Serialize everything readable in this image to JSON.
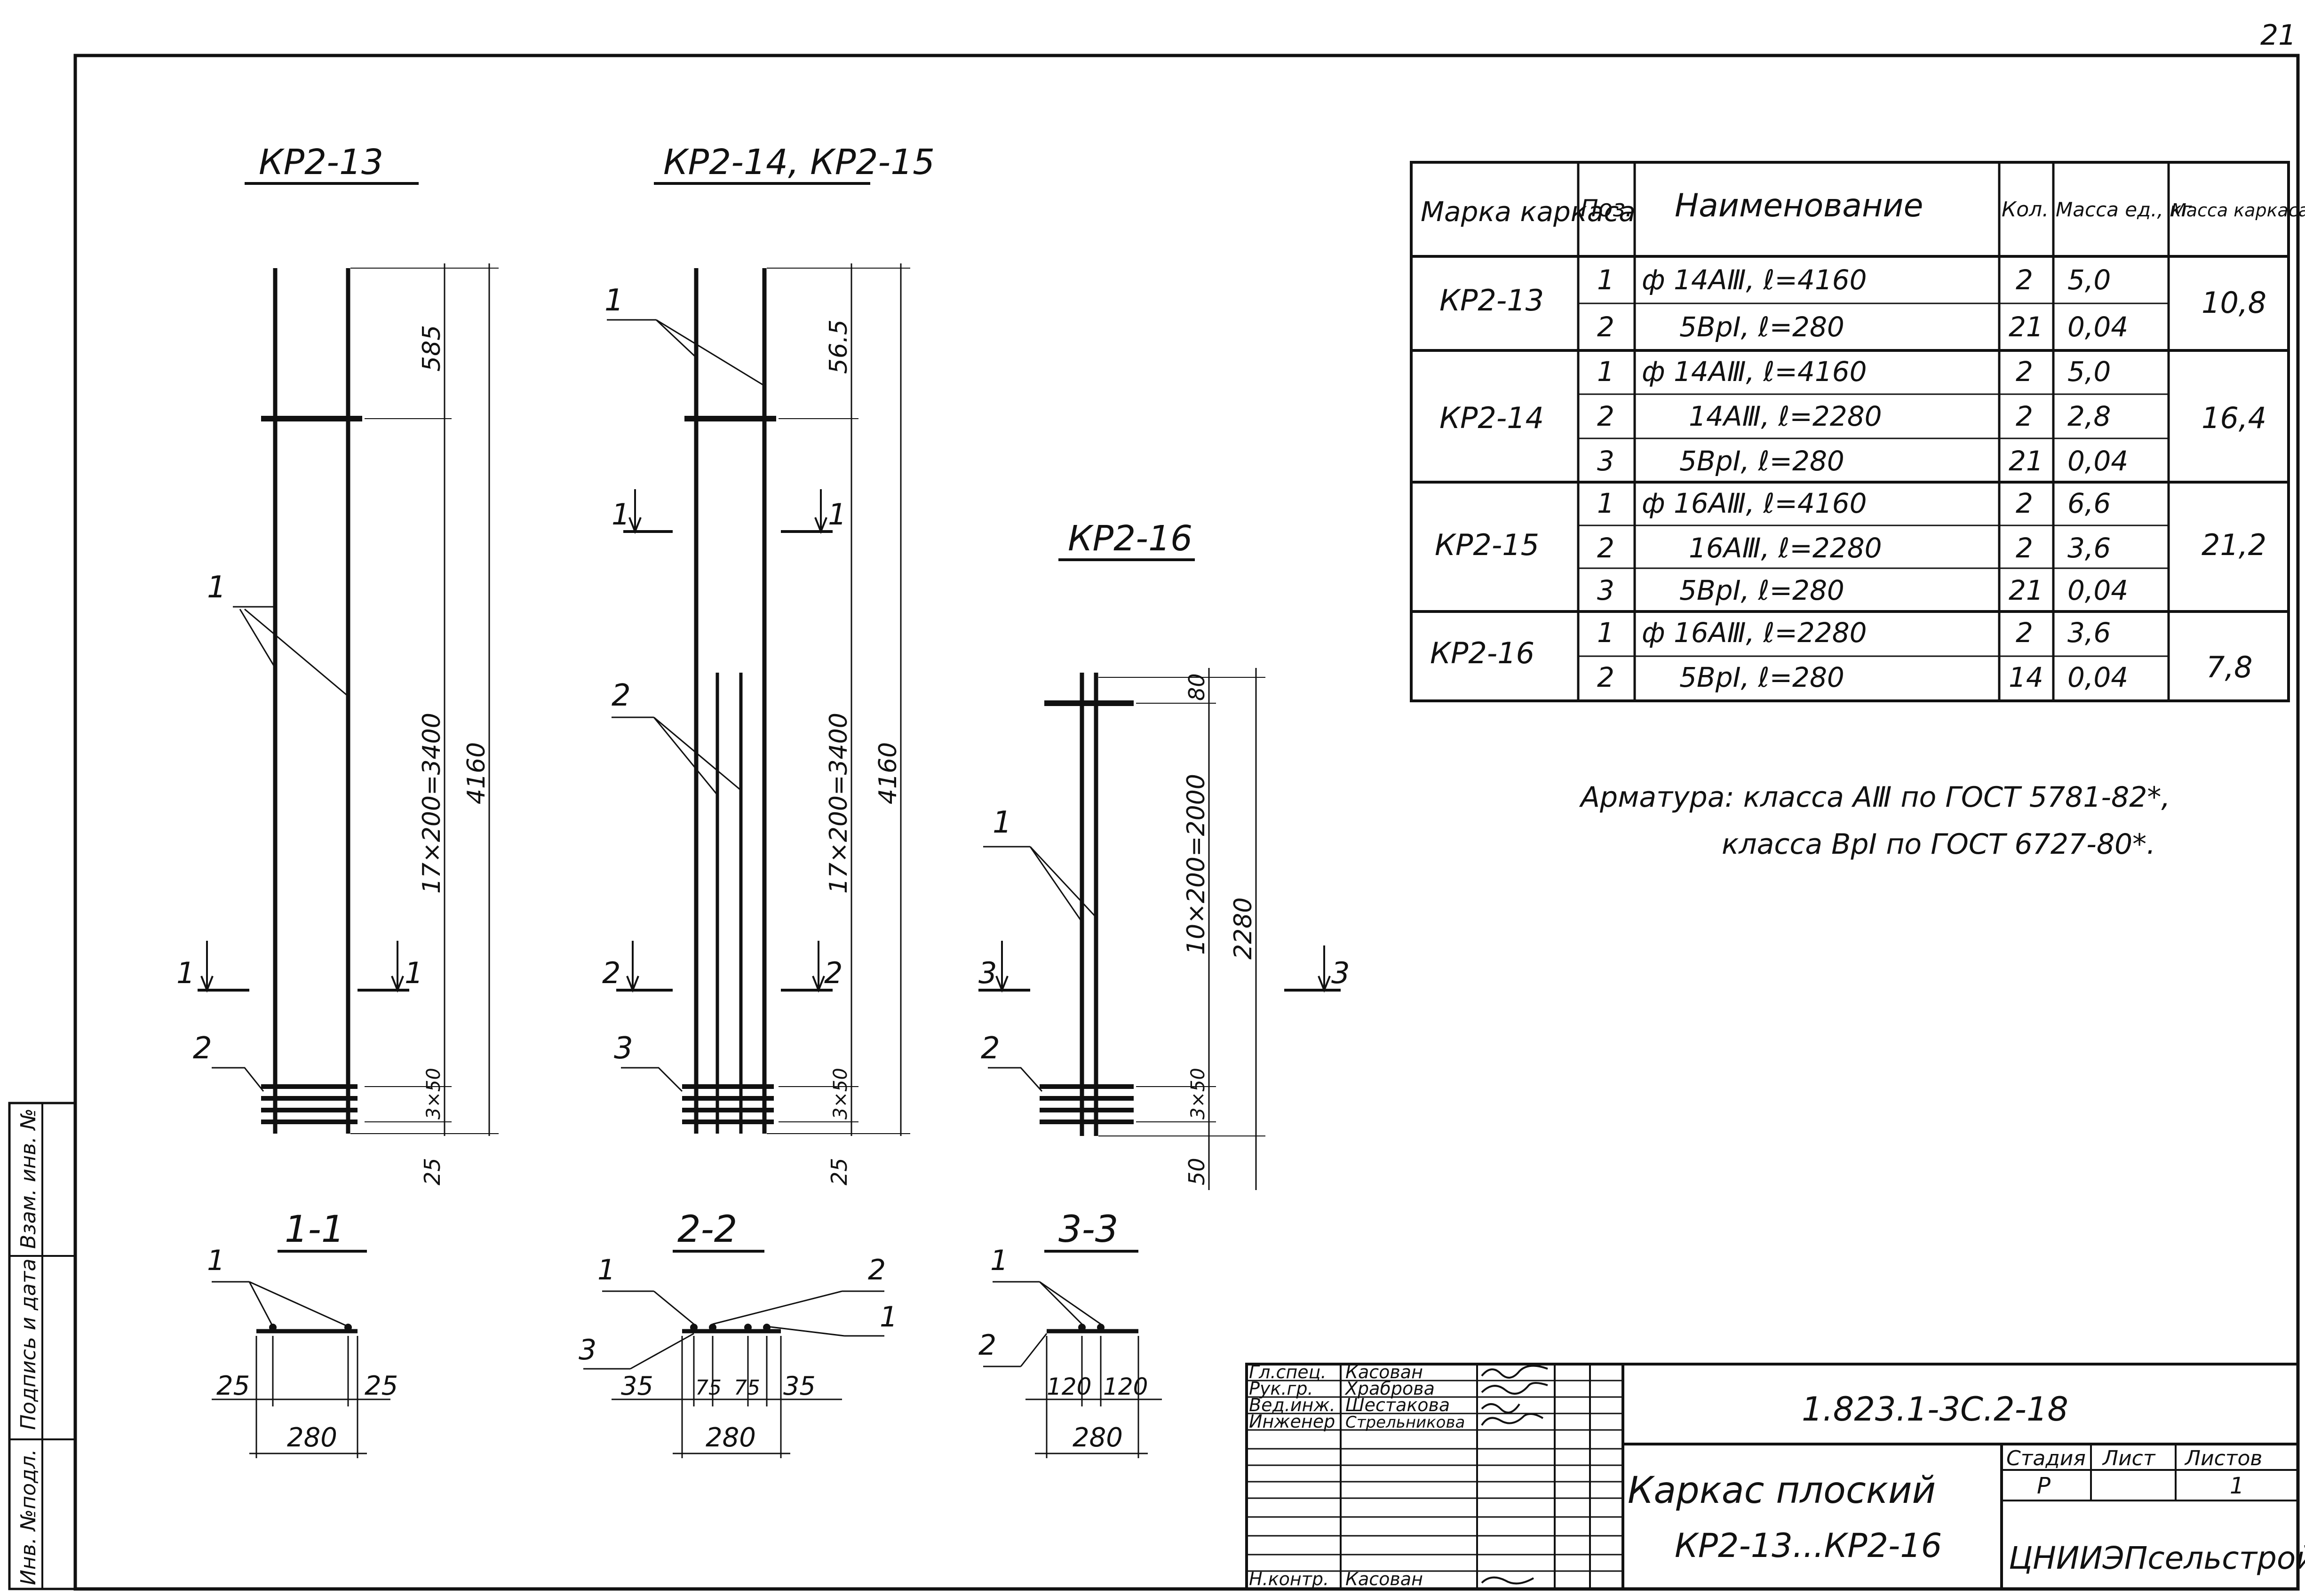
{
  "page_number": "21",
  "views": {
    "kr13": {
      "title": "КР2-13",
      "dim_top": "585",
      "dim_mid": "17×200=3400",
      "dim_total": "4160",
      "dim_spacing": "3×50",
      "dim_bottom": "25",
      "pos1": "1",
      "pos2": "2",
      "sect_left_num": "1",
      "sect_right_num": "1"
    },
    "kr14": {
      "title": "КР2-14, КР2-15",
      "dim_top": "56.5",
      "dim_mid": "17×200=3400",
      "dim_total": "4160",
      "dim_spacing": "3×50",
      "dim_bottom": "25",
      "pos1": "1",
      "pos2": "2",
      "pos3": "3",
      "sect_top_left_num": "1",
      "sect_top_right_num": "1",
      "sect_left_num": "2",
      "sect_right_num": "2"
    },
    "kr16": {
      "title": "КР2-16",
      "dim_top": "80",
      "dim_mid": "10×200=2000",
      "dim_total": "2280",
      "dim_spacing": "3×50",
      "dim_bottom": "50",
      "pos1": "1",
      "pos2": "2",
      "sect_left_num": "3",
      "sect_right_num": "3"
    }
  },
  "sections": {
    "s1": {
      "title": "1-1",
      "pos1": "1",
      "left": "25",
      "right": "25",
      "width": "280"
    },
    "s2": {
      "title": "2-2",
      "pos1": "1",
      "pos2": "2",
      "pos3": "3",
      "pos1b": "1",
      "d1": "35",
      "d2": "75",
      "d3": "75",
      "d4": "35",
      "width": "280"
    },
    "s3": {
      "title": "3-3",
      "pos1": "1",
      "pos2": "2",
      "left": "120",
      "right": "120",
      "width": "280"
    }
  },
  "spec_table": {
    "headers": [
      "Марка каркаса",
      "Поз.",
      "Наименование",
      "Кол.",
      "Масса ед., кг",
      "Масса каркаса,кг"
    ],
    "groups": [
      {
        "mark": "КР2-13",
        "total": "10,8",
        "rows": [
          {
            "pos": "1",
            "name": "ф 14АⅢ,   ℓ=4160",
            "qty": "2",
            "mass": "5,0"
          },
          {
            "pos": "2",
            "name": "5ВрI,   ℓ=280",
            "qty": "21",
            "mass": "0,04"
          }
        ]
      },
      {
        "mark": "КР2-14",
        "total": "16,4",
        "rows": [
          {
            "pos": "1",
            "name": "ф 14АⅢ,   ℓ=4160",
            "qty": "2",
            "mass": "5,0"
          },
          {
            "pos": "2",
            "name": "14АⅢ,   ℓ=2280",
            "qty": "2",
            "mass": "2,8"
          },
          {
            "pos": "3",
            "name": "5ВрI,   ℓ=280",
            "qty": "21",
            "mass": "0,04"
          }
        ]
      },
      {
        "mark": "КР2-15",
        "total": "21,2",
        "rows": [
          {
            "pos": "1",
            "name": "ф 16АⅢ,   ℓ=4160",
            "qty": "2",
            "mass": "6,6"
          },
          {
            "pos": "2",
            "name": "16АⅢ,   ℓ=2280",
            "qty": "2",
            "mass": "3,6"
          },
          {
            "pos": "3",
            "name": "5ВрI,   ℓ=280",
            "qty": "21",
            "mass": "0,04"
          }
        ]
      },
      {
        "mark": "КР2-16",
        "total": "7,8",
        "rows": [
          {
            "pos": "1",
            "name": "ф 16АⅢ,   ℓ=2280",
            "qty": "2",
            "mass": "3,6"
          },
          {
            "pos": "2",
            "name": "5ВрI,   ℓ=280",
            "qty": "14",
            "mass": "0,04"
          }
        ]
      }
    ]
  },
  "notes": {
    "line1": "Арматура: класса АⅢ по ГОСТ 5781-82*,",
    "line2": "класса ВрI по ГОСТ 6727-80*."
  },
  "side_stamp": [
    "Инв. №подл.",
    "Подпись и дата",
    "Взам. инв. №"
  ],
  "title_block": {
    "doc_code": "1.823.1-3С.2-18",
    "title_line1": "Каркас плоский",
    "title_line2": "КР2-13...КР2-16",
    "stage_header": "Стадия",
    "sheet_header": "Лист",
    "sheets_header": "Листов",
    "stage": "Р",
    "sheets": "1",
    "org": "ЦНИИЭПсельстрой",
    "people": [
      {
        "role": "Гл.спец.",
        "name": "Касован"
      },
      {
        "role": "Рук.гр.",
        "name": "Храброва"
      },
      {
        "role": "Вед.инж.",
        "name": "Шестакова"
      },
      {
        "role": "Инженер",
        "name": "Стрельникова"
      },
      {
        "role": "",
        "name": ""
      },
      {
        "role": "",
        "name": ""
      },
      {
        "role": "Н.контр.",
        "name": "Касован"
      }
    ]
  }
}
